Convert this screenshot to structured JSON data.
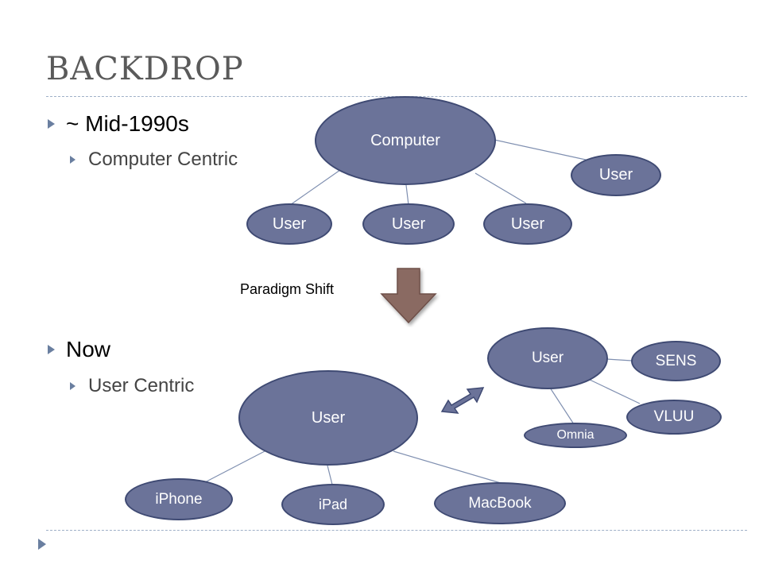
{
  "slide": {
    "title": "BACKDROP",
    "bullets": [
      {
        "text": "~ Mid-1990s",
        "sub": "Computer Centric"
      },
      {
        "text": "Now",
        "sub": "User Centric"
      }
    ],
    "paradigm_label": "Paradigm Shift"
  },
  "diagram_top": {
    "hub": "Computer",
    "users": [
      "User",
      "User",
      "User",
      "User"
    ]
  },
  "diagram_bottom": {
    "hub": "User",
    "devices": [
      "iPhone",
      "iPad",
      "MacBook"
    ],
    "hub2": "User",
    "services": [
      "SENS",
      "VLUU",
      "Omnia"
    ]
  },
  "colors": {
    "node_fill": "#6b7399",
    "node_border": "#3f4a73",
    "arrow": "#8a6b62",
    "line": "#7f8fb0"
  }
}
